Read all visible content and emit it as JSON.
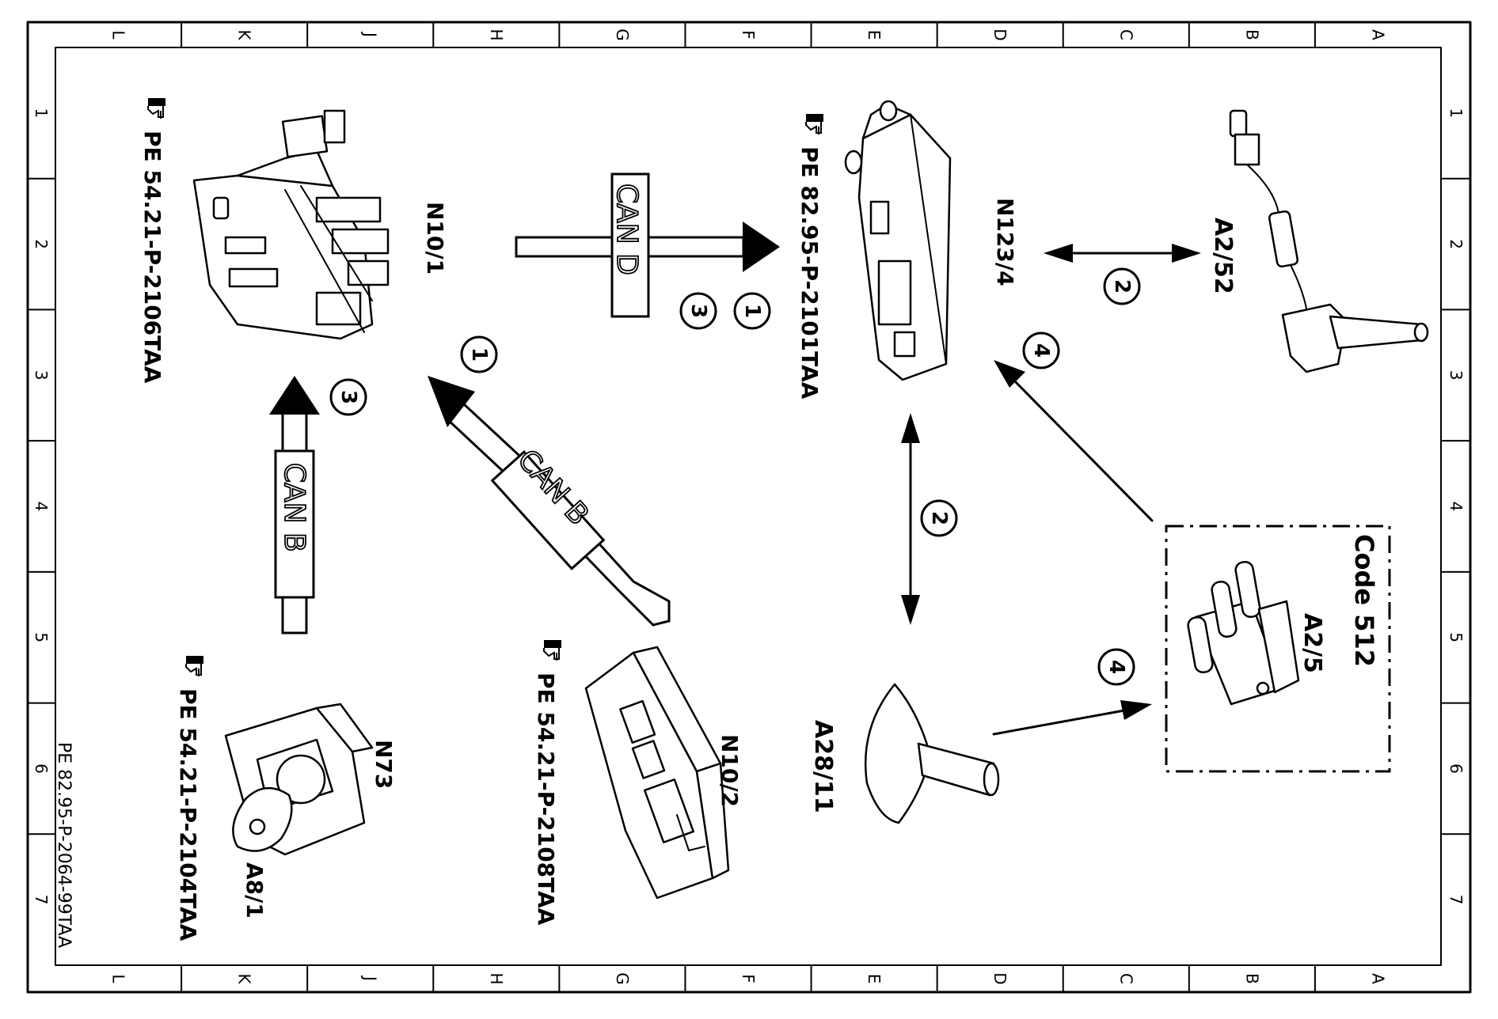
{
  "border": {
    "letters": [
      "L",
      "K",
      "J",
      "H",
      "G",
      "F",
      "E",
      "D",
      "C",
      "B",
      "A"
    ],
    "numbers": [
      "1",
      "2",
      "3",
      "4",
      "5",
      "6",
      "7"
    ]
  },
  "components": {
    "n10_1": "N10/1",
    "n123_4": "N123/4",
    "a2_52": "A2/52",
    "n10_2": "N10/2",
    "a28_11": "A28/11",
    "n73": "N73",
    "a8_1": "A8/1",
    "a2_5": "A2/5",
    "code": "Code 512"
  },
  "references": {
    "n10_1": "PE 54.21-P-2106TAA",
    "n123_4": "PE 82.95-P-2101TAA",
    "n10_2": "PE 54.21-P-2108TAA",
    "n73": "PE 54.21-P-2104TAA"
  },
  "buses": {
    "can_d": "CAN D",
    "can_b_diag": "CAN B",
    "can_b_left": "CAN B"
  },
  "steps": {
    "s1a": "1",
    "s3a": "3",
    "s1b": "1",
    "s3b": "3",
    "s2a": "2",
    "s2b": "2",
    "s4a": "4",
    "s4b": "4"
  },
  "doc_id": "PE 82.95-P-2064-99TAA",
  "colors": {
    "line": "#000000",
    "background": "#ffffff"
  }
}
